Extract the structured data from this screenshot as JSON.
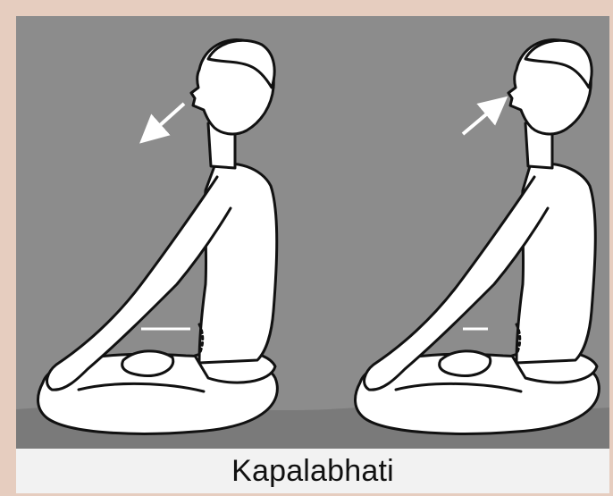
{
  "caption": "Kapalabhati",
  "colors": {
    "background": "#8c8c8c",
    "frame": "#e6cdbf",
    "caption_bar": "#f2f2f2",
    "figure_fill": "#ffffff",
    "outline": "#111111",
    "arrow": "#ffffff"
  },
  "figures": [
    {
      "name": "figure-exhale",
      "breath_arrow": "outward"
    },
    {
      "name": "figure-inhale",
      "breath_arrow": "inward"
    }
  ]
}
